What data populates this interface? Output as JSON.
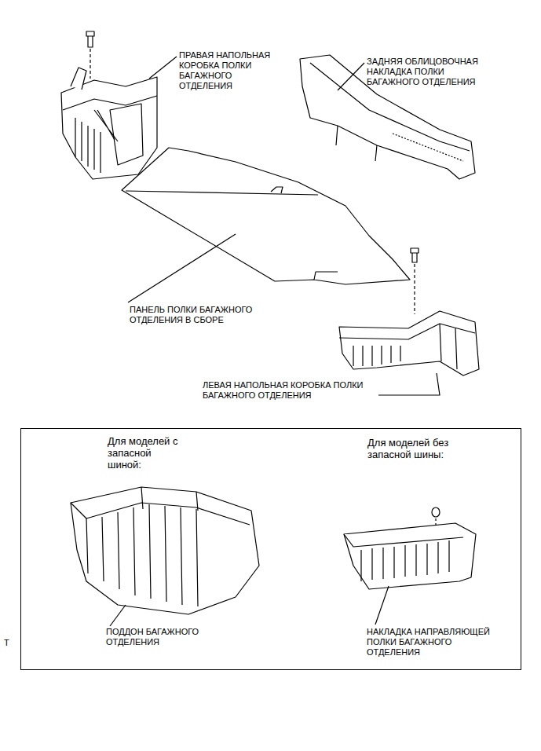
{
  "diagram": {
    "nodes": [
      {
        "text": [
          "Для моделей с запасной шиной:",
          "Для моделей без запасной шины:",
          "ПОДДОН БАГАЖНОГО ОТДЕЛЕНИЯ",
          "НАКЛАДКА НАПРАВЛЯЮЩЕЙ ПОЛКИ БАГАЖНОГО ОТДЕЛЕНИЯ"
        ]
      }
    ],
    "edges": [],
    "labels": [
      "ПРАВАЯ НАПОЛЬНАЯ КОРОБКА ПОЛКИ БАГАЖНОГО ОТДЕЛЕНИЯ",
      "ЗАДНЯЯ ОБЛИЦОВОЧНАЯ НАКЛАДКА ПОЛКИ БАГАЖНОГО ОТДЕЛЕНИЯ",
      "ПАНЕЛЬ ПОЛКИ БАГАЖНОГО ОТДЕЛЕНИЯ В СБОРЕ",
      "ЛЕВАЯ НАПОЛЬНАЯ КОРОБКА ПОЛКИ БАГАЖНОГО ОТДЕЛЕНИЯ",
      "T"
    ]
  }
}
